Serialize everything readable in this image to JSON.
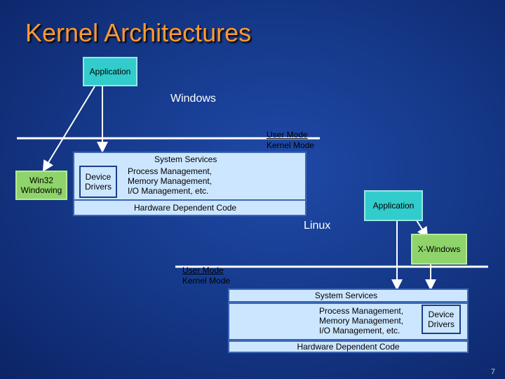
{
  "title": "Kernel Architectures",
  "windows": {
    "label": "Windows",
    "application": "Application",
    "user_mode": "User Mode",
    "kernel_mode": "Kernel Mode",
    "win32": [
      "Win32",
      "Windowing"
    ],
    "device_drivers": [
      "Device",
      "Drivers"
    ],
    "system_services": "System Services",
    "services_detail": [
      "Process Management,",
      "Memory Management,",
      "I/O Management, etc."
    ],
    "hardware": "Hardware Dependent Code"
  },
  "linux": {
    "label": "Linux",
    "application": "Application",
    "xwindows": "X-Windows",
    "user_mode": "User Mode",
    "kernel_mode": "Kernel Mode",
    "system_services": "System Services",
    "services_detail": [
      "Process Management,",
      "Memory Management,",
      "I/O Management, etc."
    ],
    "device_drivers": [
      "Device",
      "Drivers"
    ],
    "hardware": "Hardware Dependent Code"
  },
  "page_number": "7",
  "colors": {
    "title": "#ff9933",
    "cyan_box": "#33cccc",
    "green_box": "#8fd46a",
    "kernel_box": "#cce6ff"
  }
}
